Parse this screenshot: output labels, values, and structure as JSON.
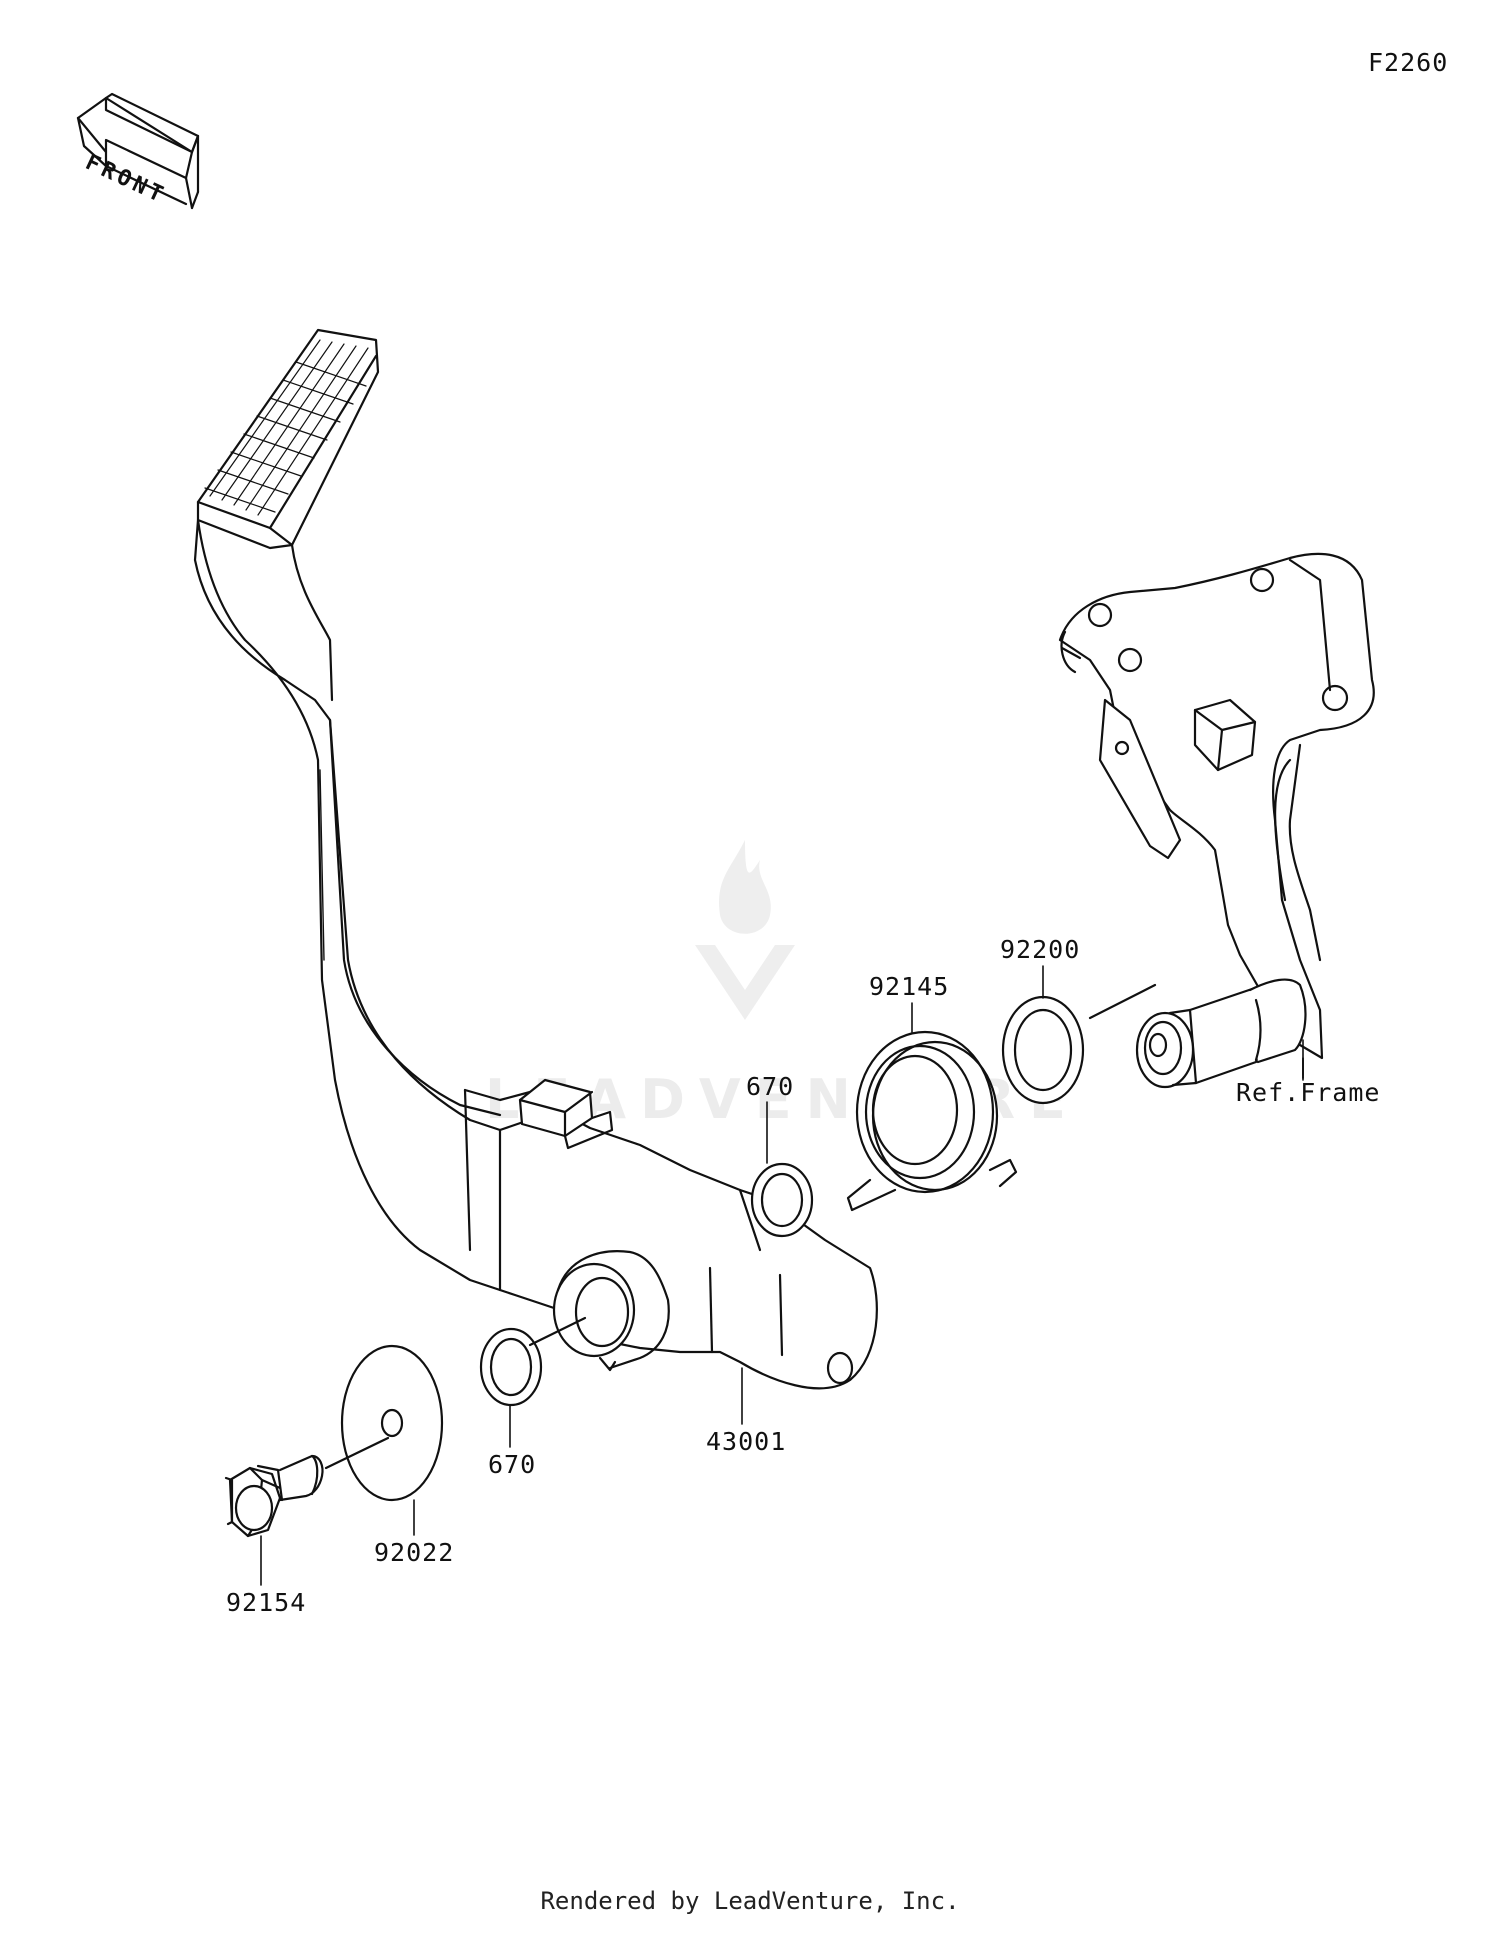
{
  "figure_code": "F2260",
  "direction_label": "FRONT",
  "watermark_text": "LEADVENTURE",
  "footer_text": "Rendered by LeadVenture, Inc.",
  "callouts": {
    "pedal": "43001",
    "washer_pedal_front": "670",
    "washer_pedal_rear": "670",
    "spring": "92145",
    "shim": "92200",
    "frame": "Ref.Frame",
    "washer_large": "92022",
    "bolt": "92154"
  },
  "colors": {
    "line": "#111111",
    "watermark": "#e6e6e6"
  }
}
